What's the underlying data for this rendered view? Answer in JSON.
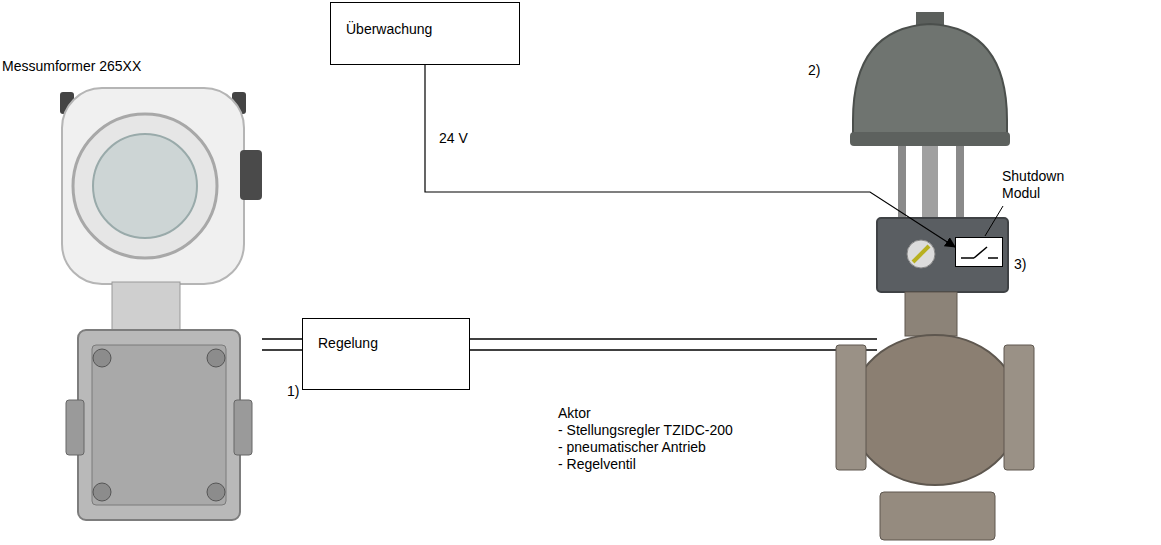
{
  "diagram": {
    "nodes": [
      {
        "text": [
          "Überwachung"
        ]
      },
      {
        "text": [
          "Regelung"
        ]
      },
      {
        "text": [
          "Shutdown Modul"
        ]
      }
    ],
    "edges": [
      {
        "from": 0,
        "to": 2,
        "arrow": "to",
        "label": "24 V"
      }
    ],
    "labels": [
      "Messumformer 265XX",
      "1)",
      "2)",
      "3)",
      "Aktor",
      "- Stellungsregler TZIDC-200",
      "- pneumatischer Antrieb",
      "- Regelventil"
    ]
  }
}
